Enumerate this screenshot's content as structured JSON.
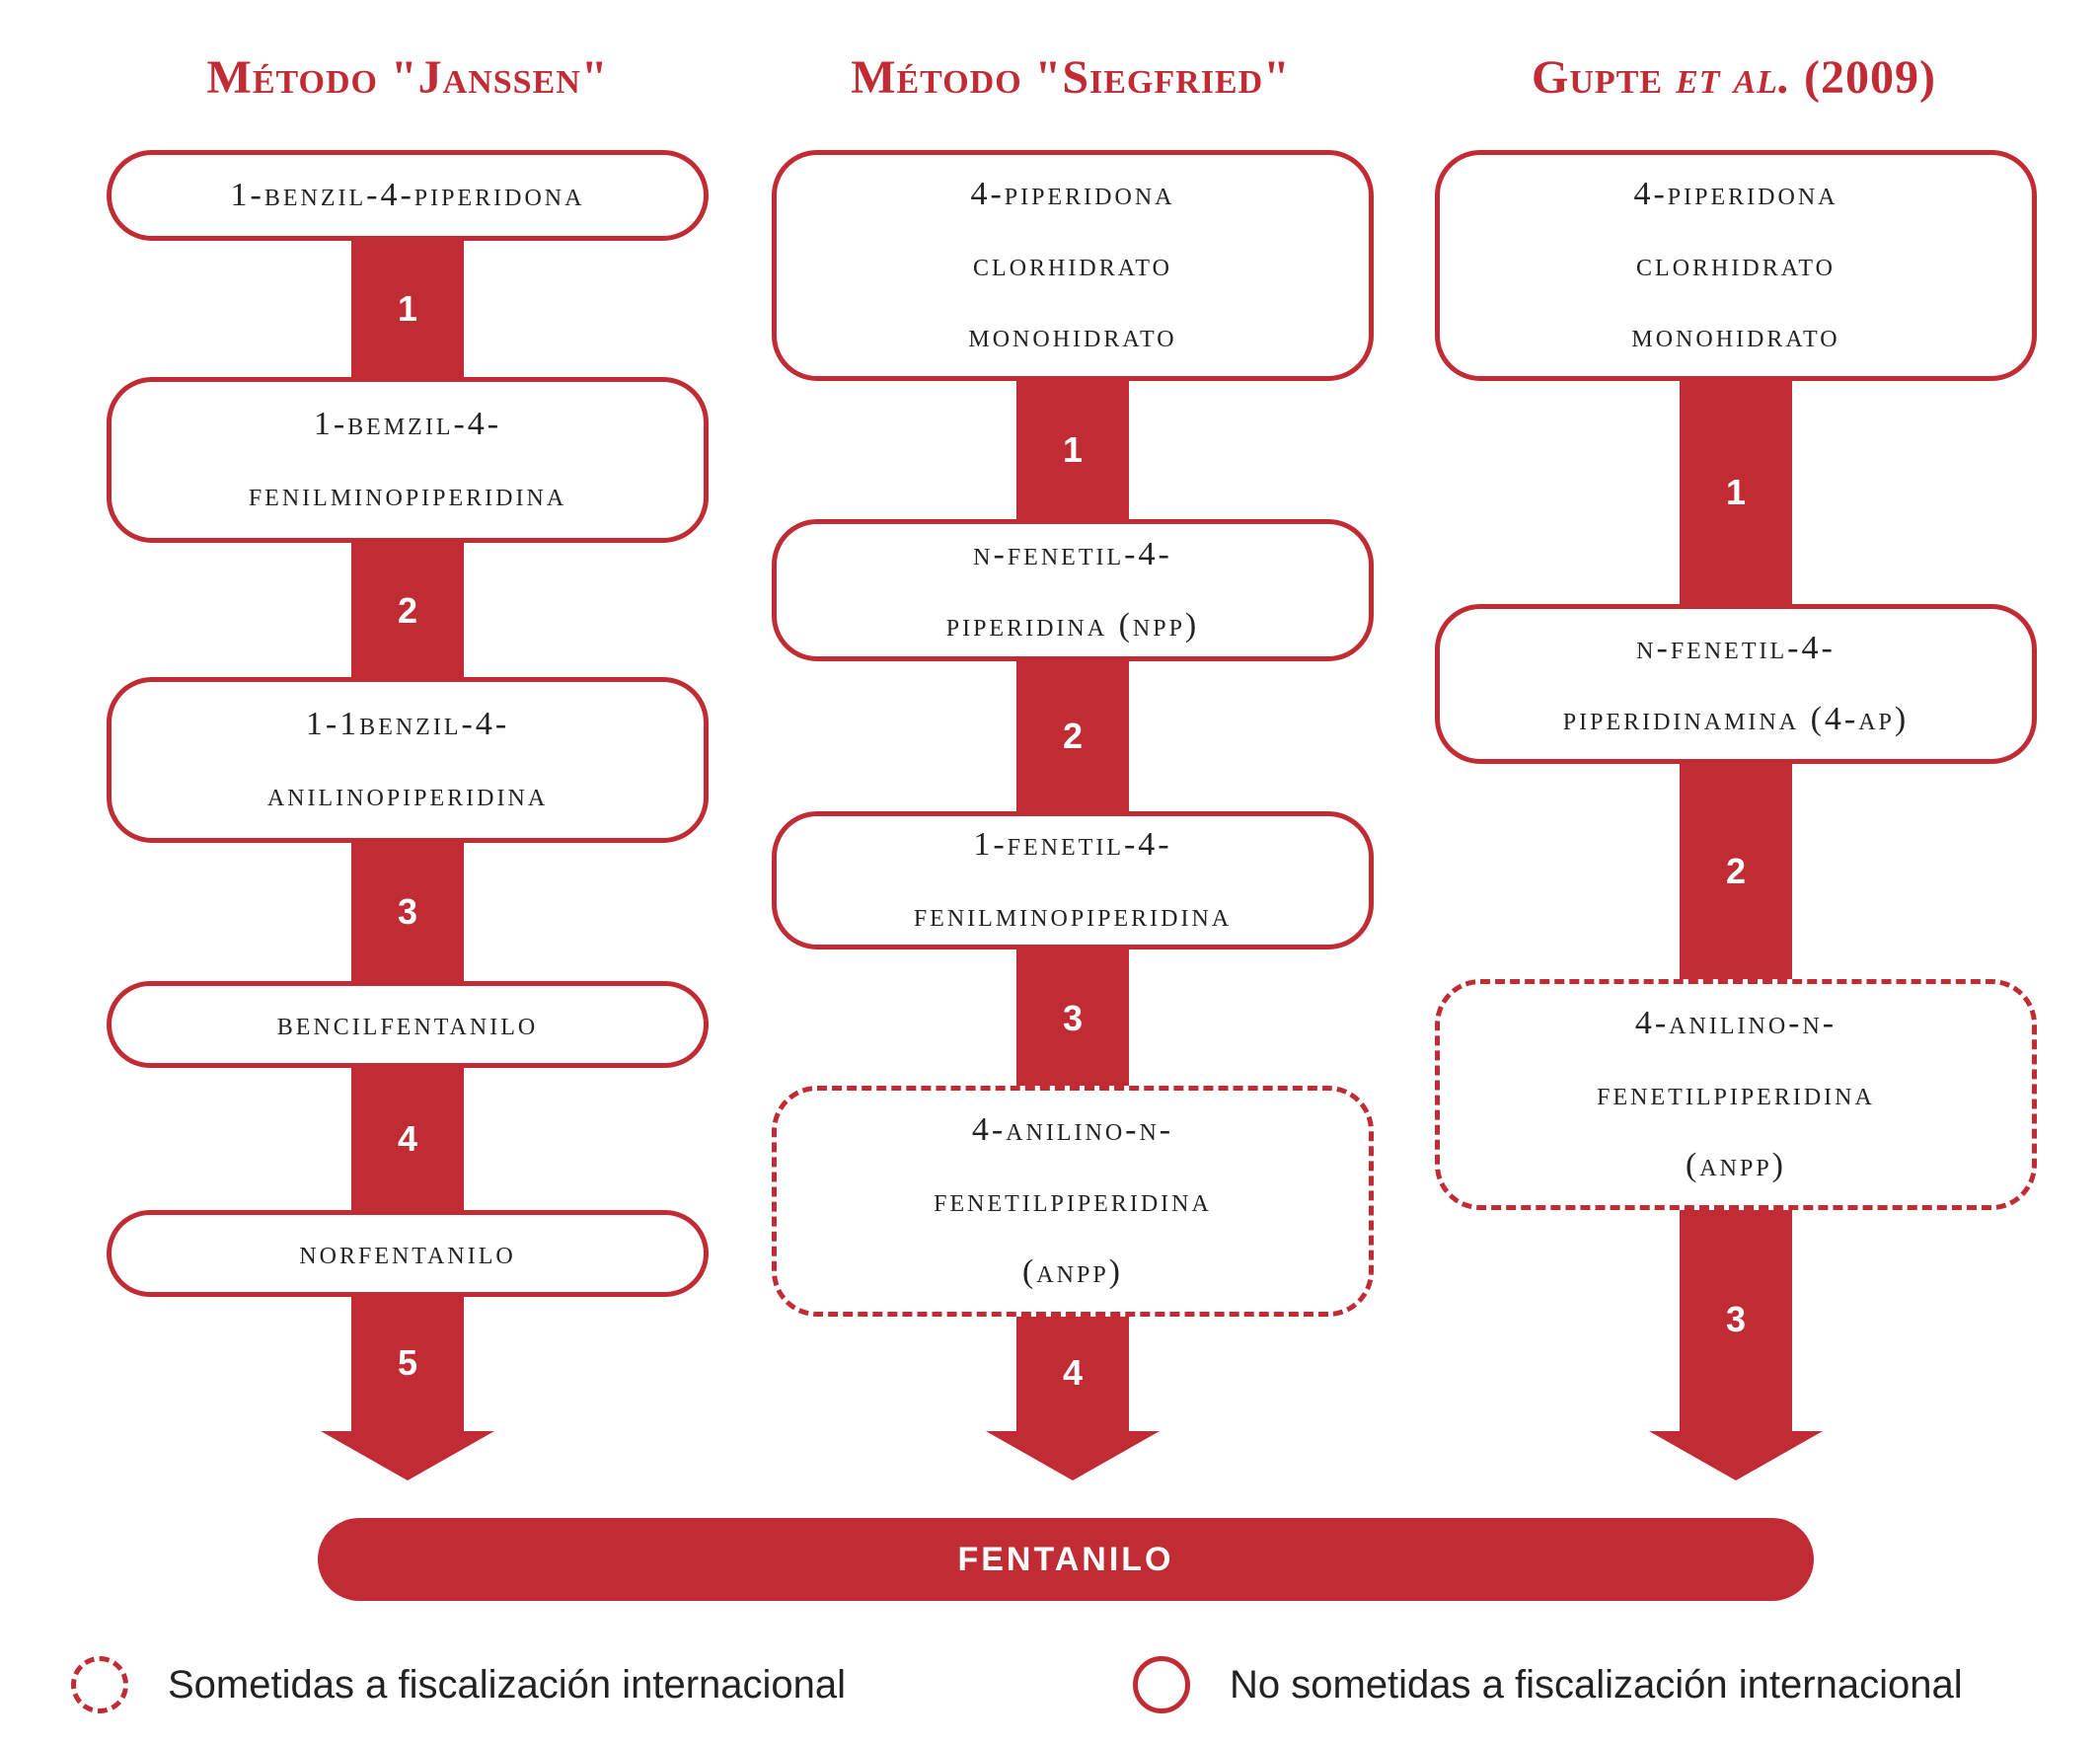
{
  "colors": {
    "accent": "#c12b34",
    "text": "#222222",
    "background": "#ffffff"
  },
  "columns": [
    {
      "heading": "Método \"Janssen\"",
      "nodes": [
        {
          "text": "1-BENZIL-4-PIPERIDONA",
          "controlled": false
        },
        {
          "text": "1-BEMZIL-4-\nFENILMINOPIPERIDINA",
          "controlled": false
        },
        {
          "text": "1-1BENZIL-4-\nANILINOPIPERIDINA",
          "controlled": false
        },
        {
          "text": "BENCILFENTANILO",
          "controlled": false
        },
        {
          "text": "NORFENTANILO",
          "controlled": false
        }
      ],
      "steps": [
        "1",
        "2",
        "3",
        "4",
        "5"
      ]
    },
    {
      "heading": "Método \"Siegfried\"",
      "nodes": [
        {
          "text": "4-PIPERIDONA\nCLORHIDRATO\nMONOHIDRATO",
          "controlled": false
        },
        {
          "text": "N-FENETIL-4-\nPIPERIDINA (NPP)",
          "controlled": false
        },
        {
          "text": "1-FENETIL-4-\nFENILMINOPIPERIDINA",
          "controlled": false
        },
        {
          "text": "4-ANILINO-N-\nFENETILPIPERIDINA\n(ANPP)",
          "controlled": true
        }
      ],
      "steps": [
        "1",
        "2",
        "3",
        "4"
      ]
    },
    {
      "heading_main": "Gupte ",
      "heading_italic": "et al.",
      "heading_tail": " (2009)",
      "nodes": [
        {
          "text": "4-PIPERIDONA\nCLORHIDRATO\nMONOHIDRATO",
          "controlled": false
        },
        {
          "text": "N-FENETIL-4-\nPIPERIDINAMINA (4-AP)",
          "controlled": false
        },
        {
          "text": "4-ANILINO-N-\nFENETILPIPERIDINA\n(ANPP)",
          "controlled": true
        }
      ],
      "steps": [
        "1",
        "2",
        "3"
      ]
    }
  ],
  "product": "FENTANILO",
  "legend": {
    "controlled": "Sometidas a fiscalización internacional",
    "not_controlled": "No sometidas a fiscalización internacional"
  }
}
